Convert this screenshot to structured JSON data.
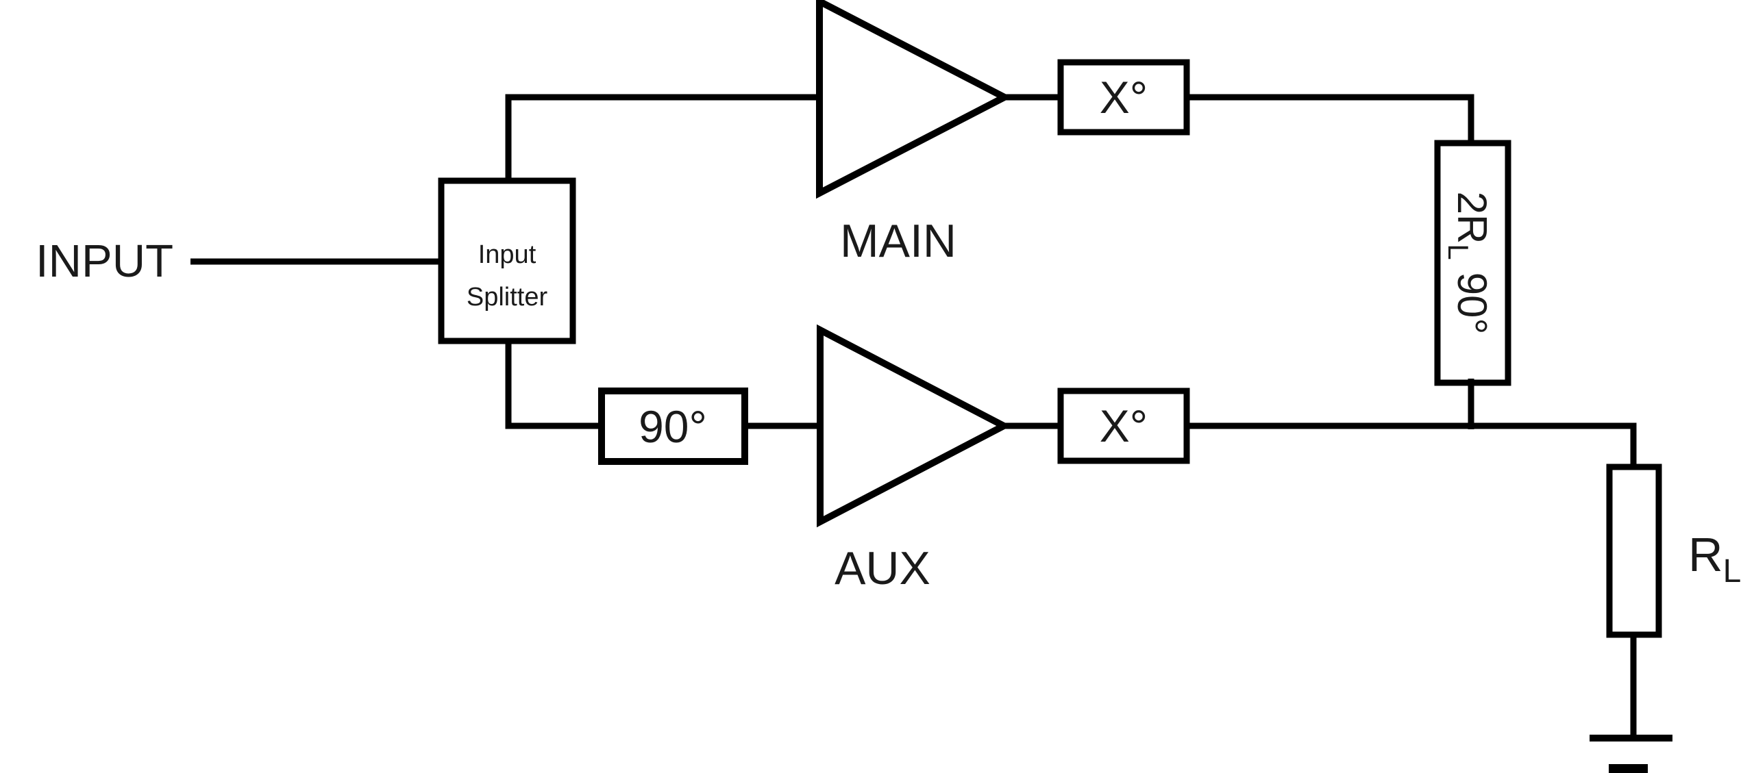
{
  "colors": {
    "background": "#ffffff",
    "line": "#000000",
    "load_fill": "#f2f2f2"
  },
  "labels": {
    "input": "INPUT",
    "splitter": {
      "line1": "Input",
      "line2": "Splitter"
    },
    "main_amp": "MAIN",
    "aux_amp": "AUX",
    "aux_phase_shifter": "90°",
    "main_offset_line": "X°",
    "aux_offset_line": "X°",
    "impedance_inverter": {
      "base": "2R",
      "sub": "L",
      "rest": "90°"
    },
    "load": {
      "base": "R",
      "sub": "L"
    }
  }
}
